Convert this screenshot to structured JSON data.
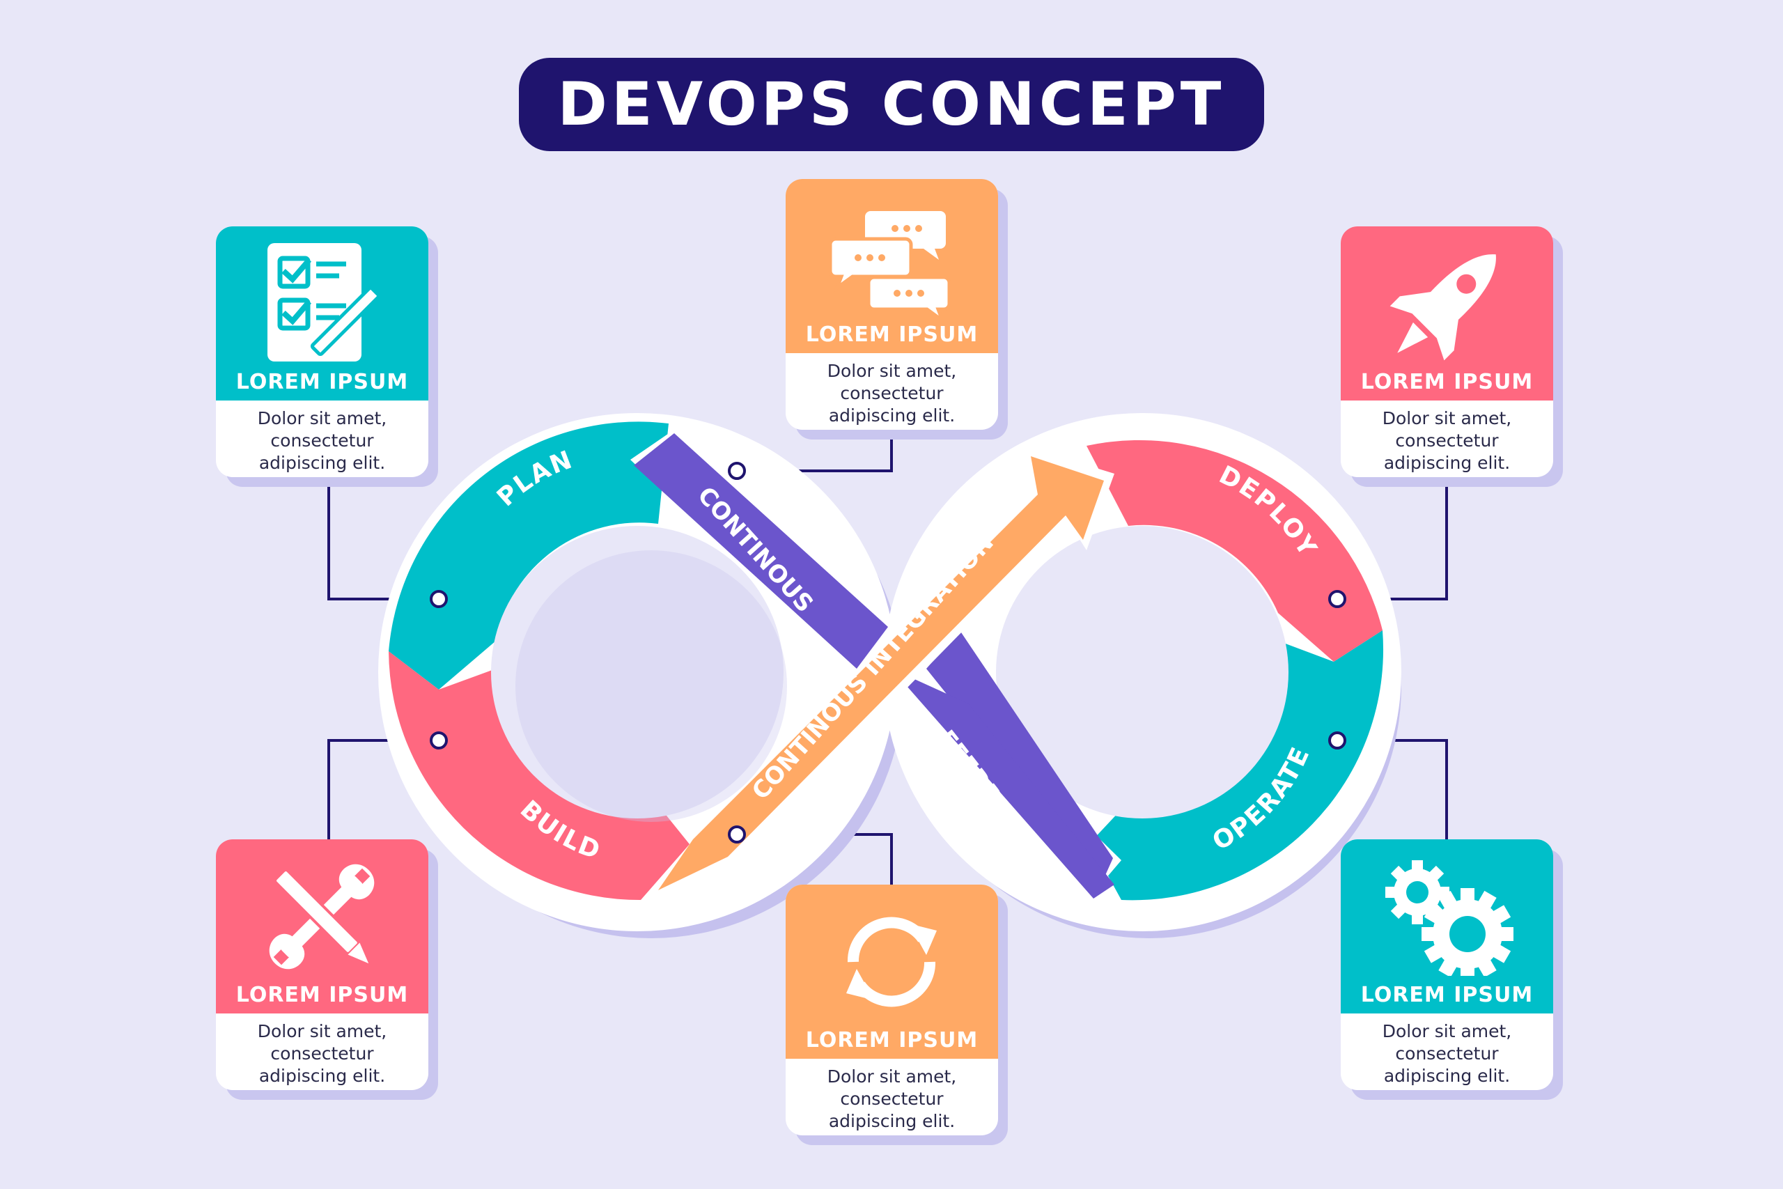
{
  "title": "DEVOPS CONCEPT",
  "colors": {
    "background": "#e8e7f8",
    "navy": "#1f146e",
    "teal": "#00bfc9",
    "pink": "#ff6880",
    "orange": "#ffa965",
    "purple": "#6b55cc"
  },
  "loop": {
    "plan": "PLAN",
    "build": "BUILD",
    "continous": "CONTINOUS",
    "integration": "CONTINOUS INTEGRATION",
    "feedback": "FEEDBACK",
    "deploy": "DEPLOY",
    "operate": "OPERATE"
  },
  "cards": [
    {
      "id": "plan",
      "icon": "checklist-icon",
      "label": "LOREM IPSUM",
      "desc": [
        "Dolor sit amet,",
        "consectetur",
        "adipiscing elit."
      ]
    },
    {
      "id": "chat",
      "icon": "chat-bubbles-icon",
      "label": "LOREM IPSUM",
      "desc": [
        "Dolor sit amet,",
        "consectetur",
        "adipiscing elit."
      ]
    },
    {
      "id": "deploy",
      "icon": "rocket-icon",
      "label": "LOREM IPSUM",
      "desc": [
        "Dolor sit amet,",
        "consectetur",
        "adipiscing elit."
      ]
    },
    {
      "id": "build",
      "icon": "tools-icon",
      "label": "LOREM IPSUM",
      "desc": [
        "Dolor sit amet,",
        "consectetur",
        "adipiscing elit."
      ]
    },
    {
      "id": "integration",
      "icon": "refresh-icon",
      "label": "LOREM IPSUM",
      "desc": [
        "Dolor sit amet,",
        "consectetur",
        "adipiscing elit."
      ]
    },
    {
      "id": "operate",
      "icon": "gears-icon",
      "label": "LOREM IPSUM",
      "desc": [
        "Dolor sit amet,",
        "consectetur",
        "adipiscing elit."
      ]
    }
  ]
}
